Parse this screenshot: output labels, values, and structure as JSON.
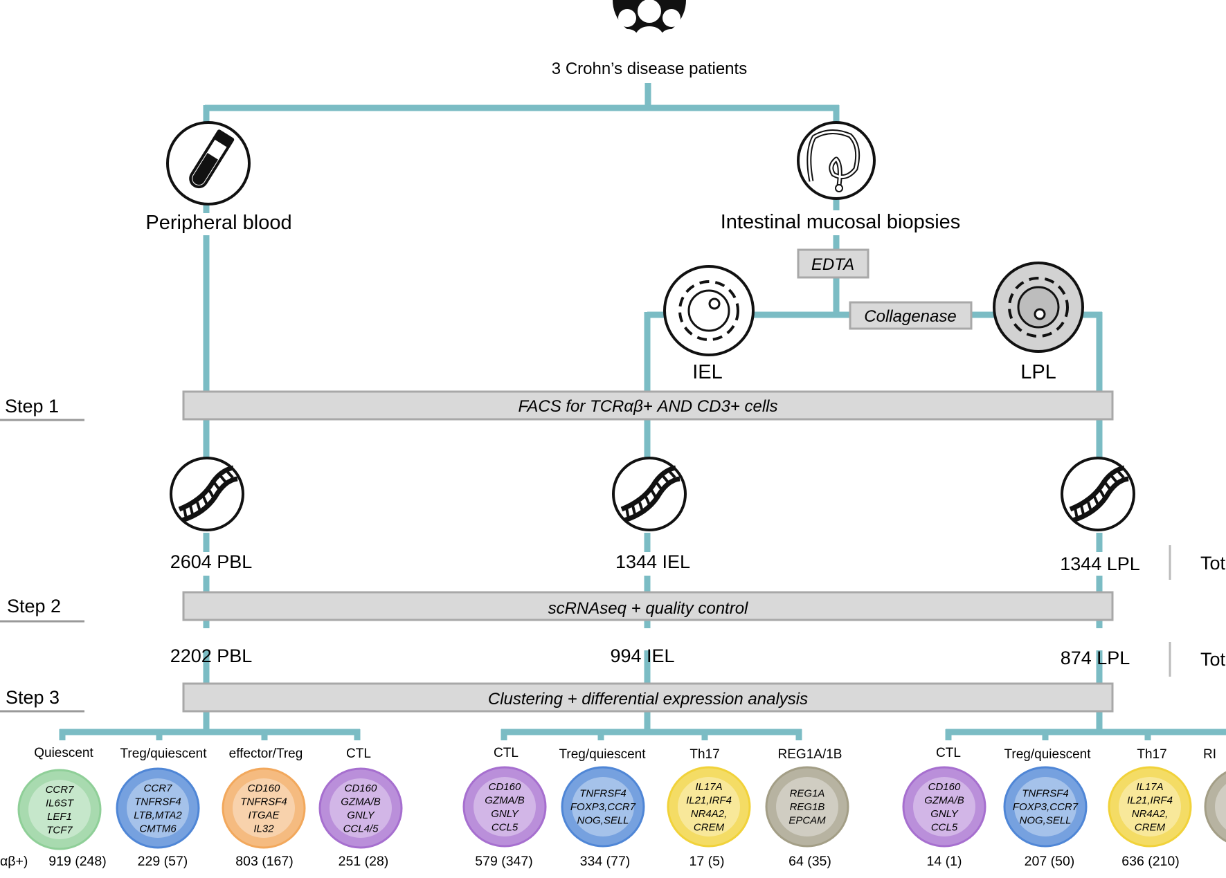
{
  "patients": "3 Crohn’s disease patients",
  "sources": {
    "blood": "Peripheral blood",
    "biopsy": "Intestinal mucosal biopsies"
  },
  "reagents": {
    "edta": "EDTA",
    "collagenase": "Collagenase"
  },
  "fractions": {
    "iel": "IEL",
    "lpl": "LPL"
  },
  "steps": [
    {
      "label": "Step 1",
      "text": "FACS for TCRαβ+ AND CD3+ cells"
    },
    {
      "label": "Step 2",
      "text": "scRNAseq + quality control"
    },
    {
      "label": "Step 3",
      "text": "Clustering + differential expression analysis"
    }
  ],
  "counts_sorted": [
    "2604 PBL",
    "1344 IEL",
    "1344 LPL"
  ],
  "counts_qc": [
    "2202 PBL",
    "994 IEL",
    "874 LPL"
  ],
  "totals_partial": [
    "Tot",
    "Tot"
  ],
  "row_label_partial": "αβ+)",
  "clusters": {
    "pbl": [
      {
        "name": "Quiescent",
        "genes": [
          "CCR7",
          "IL6ST",
          "LEF1",
          "TCF7"
        ],
        "count": "919 (248)",
        "color": "#8fcf98"
      },
      {
        "name": "Treg/quiescent",
        "genes": [
          "CCR7",
          "TNFRSF4",
          "LTB,MTA2",
          "CMTM6"
        ],
        "count": "229 (57)",
        "color": "#4f86d6"
      },
      {
        "name": "effector/Treg",
        "genes": [
          "CD160",
          "TNFRSF4",
          "ITGAE",
          "IL32"
        ],
        "count": "803 (167)",
        "color": "#f2a85c"
      },
      {
        "name": "CTL",
        "genes": [
          "CD160",
          "GZMA/B",
          "GNLY",
          "CCL4/5"
        ],
        "count": "251 (28)",
        "color": "#a66fcf"
      }
    ],
    "iel": [
      {
        "name": "CTL",
        "genes": [
          "CD160",
          "GZMA/B",
          "GNLY",
          "CCL5"
        ],
        "count": "579 (347)",
        "color": "#a66fcf"
      },
      {
        "name": "Treg/quiescent",
        "genes": [
          "TNFRSF4",
          "FOXP3,CCR7",
          "NOG,SELL"
        ],
        "count": "334 (77)",
        "color": "#4f86d6"
      },
      {
        "name": "Th17",
        "genes": [
          "IL17A",
          "IL21,IRF4",
          "NR4A2,",
          "CREM"
        ],
        "count": "17 (5)",
        "color": "#f1d23a"
      },
      {
        "name": "REG1A/1B",
        "genes": [
          "REG1A",
          "REG1B",
          "EPCAM"
        ],
        "count": "64 (35)",
        "color": "#a39e86"
      }
    ],
    "lpl": [
      {
        "name": "CTL",
        "genes": [
          "CD160",
          "GZMA/B",
          "GNLY",
          "CCL5"
        ],
        "count": "14 (1)",
        "color": "#a66fcf"
      },
      {
        "name": "Treg/quiescent",
        "genes": [
          "TNFRSF4",
          "FOXP3,CCR7",
          "NOG,SELL"
        ],
        "count": "207 (50)",
        "color": "#4f86d6"
      },
      {
        "name": "Th17",
        "genes": [
          "IL17A",
          "IL21,IRF4",
          "NR4A2,",
          "CREM"
        ],
        "count": "636 (210)",
        "color": "#f1d23a"
      },
      {
        "name": "RI",
        "genes": [],
        "count": "",
        "color": "#a39e86"
      }
    ]
  },
  "colors": {
    "line": "#7bbcc4",
    "bar": "#d9d9d9",
    "bar_edge": "#a8a8a8"
  },
  "icons": [
    "people-icon",
    "blood-tube-icon",
    "intestine-icon",
    "cell-iel-icon",
    "cell-lpl-icon",
    "dna-icon"
  ]
}
